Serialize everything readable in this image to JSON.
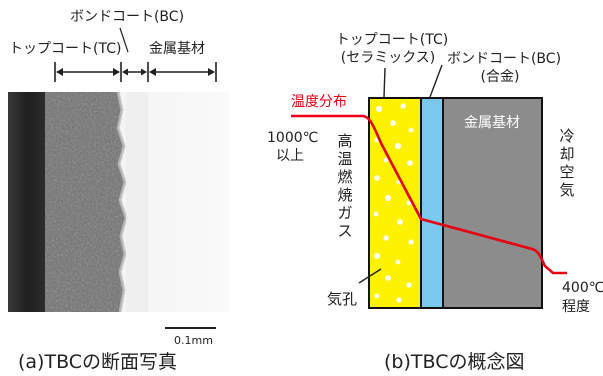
{
  "panel_a": {
    "label_bc": "ボンドコート(BC)",
    "label_tc": "トップコート(TC)",
    "label_metal": "金属基材",
    "scale_bar": "0.1mm",
    "caption": "(a)TBCの断面写真"
  },
  "panel_b": {
    "label_tc_line1": "トップコート(TC)",
    "label_tc_line2": "(セラミックス)",
    "label_bc_line1": "ボンドコート(BC)",
    "label_bc_line2": "(合金)",
    "temp_dist": "温度分布",
    "hot_temp_line1": "1000℃",
    "hot_temp_line2": "以上",
    "gas_chars": [
      "高",
      "温",
      "燃",
      "焼",
      "ガ",
      "ス"
    ],
    "metal": "金属基材",
    "cooling_chars": [
      "冷",
      "却",
      "空",
      "気"
    ],
    "pores": "気孔",
    "cold_temp_line1": "400℃",
    "cold_temp_line2": "程度",
    "caption": "(b)TBCの概念図",
    "colors": {
      "tc": "#fff200",
      "bc": "#7ac8ee",
      "metal": "#8c8c8c",
      "temp_line": "#e60012"
    }
  }
}
